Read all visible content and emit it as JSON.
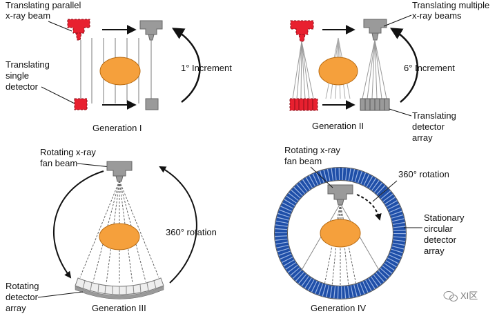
{
  "gen1": {
    "label_source": [
      "Translating parallel",
      "x-ray beam"
    ],
    "label_detector": [
      "Translating",
      "single",
      "detector"
    ],
    "increment": "1° Increment",
    "title": "Generation I"
  },
  "gen2": {
    "label_source": [
      "Translating multiple",
      "x-ray beams"
    ],
    "increment": "6° Increment",
    "label_detector": [
      "Translating",
      "detector",
      "array"
    ],
    "title": "Generation II"
  },
  "gen3": {
    "label_source": [
      "Rotating x-ray",
      "fan beam"
    ],
    "rotation": "360° rotation",
    "label_detector": [
      "Rotating",
      "detector",
      "array"
    ],
    "title": "Generation III"
  },
  "gen4": {
    "label_source": [
      "Rotating x-ray",
      "fan beam"
    ],
    "rotation": "360° rotation",
    "label_detector": [
      "Stationary",
      "circular",
      "detector",
      "array"
    ],
    "title": "Generation IV"
  },
  "watermark": "XI区",
  "colors": {
    "object": "#f5a03c",
    "source_red": "#e8202f",
    "source_gray": "#9a9a9a",
    "ring_blue": "#1f4fa8"
  }
}
